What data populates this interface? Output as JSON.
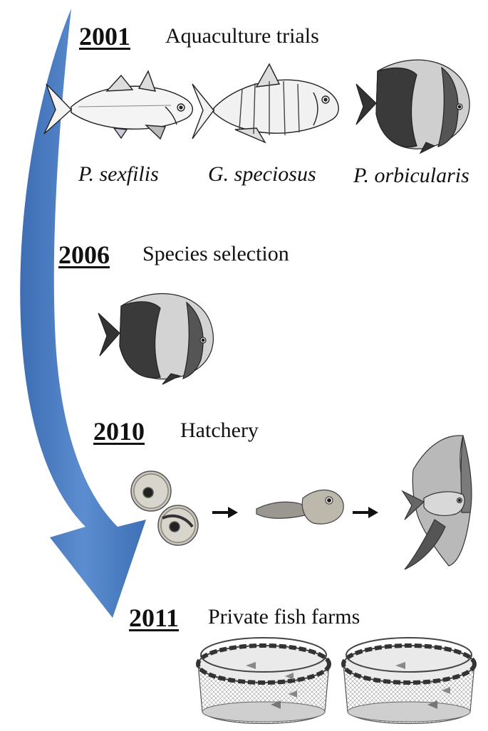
{
  "colors": {
    "arrow": "#4a7cc2",
    "ink": "#111111"
  },
  "stages": [
    {
      "year": "2001",
      "title": "Aquaculture trials"
    },
    {
      "year": "2006",
      "title": "Species selection"
    },
    {
      "year": "2010",
      "title": "Hatchery"
    },
    {
      "year": "2011",
      "title": "Private fish farms"
    }
  ],
  "species": [
    "P. sexfilis",
    "G. speciosus",
    "P. orbicularis"
  ],
  "icons": [
    "milkfish-illustration",
    "trevally-illustration",
    "batfish-illustration",
    "fish-eggs-photo",
    "larva-photo",
    "juvenile-batfish-photo",
    "sea-cage-illustration"
  ]
}
